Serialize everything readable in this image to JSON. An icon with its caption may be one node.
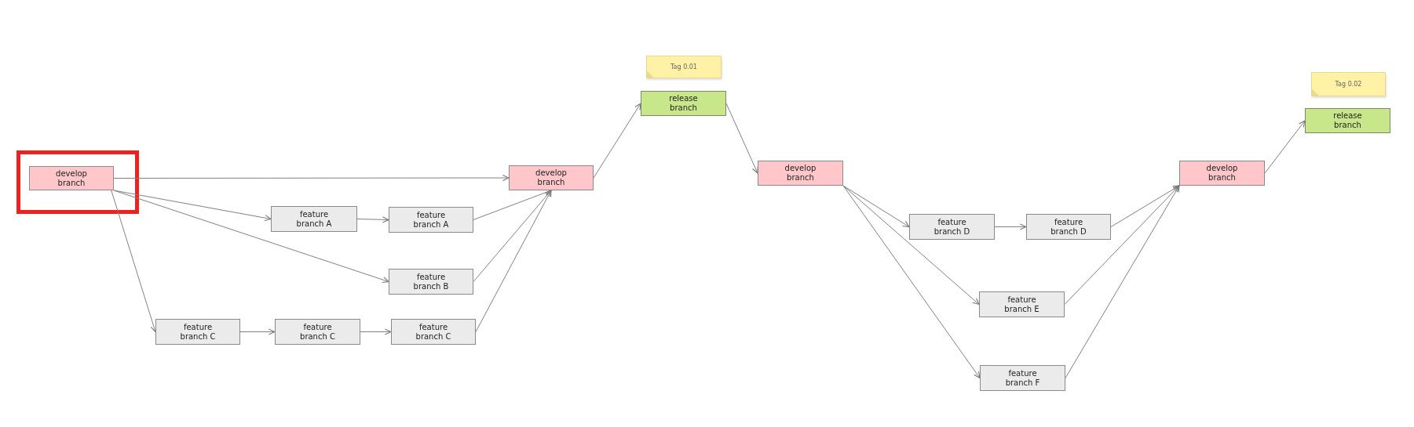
{
  "diagram": {
    "nodes": [
      {
        "text": [
          "develop branch"
        ]
      },
      {
        "text": [
          "feature branch A"
        ]
      },
      {
        "text": [
          "feature branch A"
        ]
      },
      {
        "text": [
          "feature branch B"
        ]
      },
      {
        "text": [
          "feature branch C"
        ]
      },
      {
        "text": [
          "feature branch C"
        ]
      },
      {
        "text": [
          "feature branch C"
        ]
      },
      {
        "text": [
          "develop branch"
        ]
      },
      {
        "text": [
          "Tag 0.01"
        ]
      },
      {
        "text": [
          "release branch"
        ]
      },
      {
        "text": [
          "develop branch"
        ]
      },
      {
        "text": [
          "feature branch D"
        ]
      },
      {
        "text": [
          "feature branch D"
        ]
      },
      {
        "text": [
          "feature branch E"
        ]
      },
      {
        "text": [
          "feature branch F"
        ]
      },
      {
        "text": [
          "develop branch"
        ]
      },
      {
        "text": [
          "Tag 0.02"
        ]
      },
      {
        "text": [
          "release branch"
        ]
      }
    ],
    "edges": [
      {
        "from": 0,
        "to": 7,
        "arrow": "to"
      },
      {
        "from": 0,
        "to": 1,
        "arrow": "to"
      },
      {
        "from": 1,
        "to": 2,
        "arrow": "to"
      },
      {
        "from": 2,
        "to": 7,
        "arrow": "to"
      },
      {
        "from": 0,
        "to": 3,
        "arrow": "to"
      },
      {
        "from": 3,
        "to": 7,
        "arrow": "to"
      },
      {
        "from": 0,
        "to": 4,
        "arrow": "to"
      },
      {
        "from": 4,
        "to": 5,
        "arrow": "to"
      },
      {
        "from": 5,
        "to": 6,
        "arrow": "to"
      },
      {
        "from": 6,
        "to": 7,
        "arrow": "to"
      },
      {
        "from": 7,
        "to": 9,
        "arrow": "to"
      },
      {
        "from": 9,
        "to": 10,
        "arrow": "to"
      },
      {
        "from": 10,
        "to": 11,
        "arrow": "to"
      },
      {
        "from": 11,
        "to": 12,
        "arrow": "to"
      },
      {
        "from": 12,
        "to": 15,
        "arrow": "to"
      },
      {
        "from": 10,
        "to": 13,
        "arrow": "to"
      },
      {
        "from": 13,
        "to": 15,
        "arrow": "to"
      },
      {
        "from": 10,
        "to": 14,
        "arrow": "to"
      },
      {
        "from": 14,
        "to": 15,
        "arrow": "to"
      },
      {
        "from": 15,
        "to": 17,
        "arrow": "to"
      }
    ]
  }
}
